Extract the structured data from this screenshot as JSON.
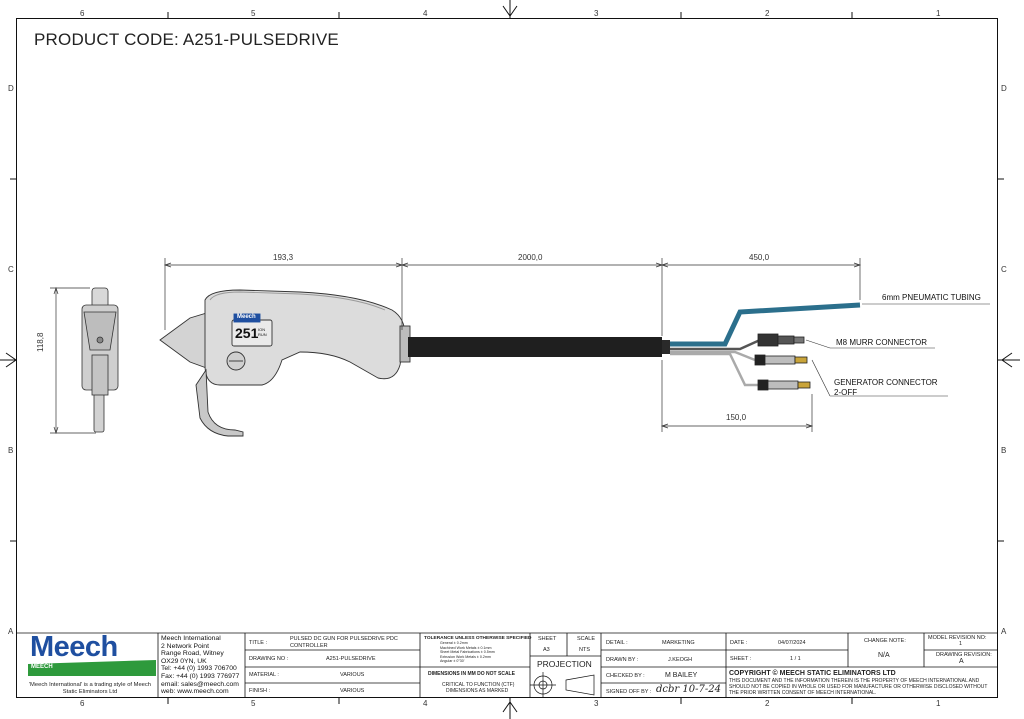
{
  "title": "PRODUCT CODE: A251-PULSEDRIVE",
  "border": {
    "top_columns": [
      "6",
      "5",
      "4",
      "3",
      "2",
      "1"
    ],
    "bottom_columns": [
      "6",
      "5",
      "4",
      "3",
      "2",
      "1"
    ],
    "left_rows": [
      "D",
      "C",
      "B",
      "A"
    ],
    "right_rows": [
      "D",
      "C",
      "B",
      "A"
    ]
  },
  "dimensions": {
    "gun_length": "193,3",
    "hose_length": "2000,0",
    "tail_length": "450,0",
    "connector_offset": "150,0",
    "height": "118,8"
  },
  "device_label": {
    "big": "251",
    "brand": "Meech",
    "small": "ION\nRUN"
  },
  "callouts": {
    "tubing": "6mm PNEUMATIC TUBING",
    "m8": "M8 MURR CONNECTOR",
    "generator_line1": "GENERATOR CONNECTOR",
    "generator_line2": "2-OFF"
  },
  "logo": {
    "text": "Meech",
    "sub": "MEECH"
  },
  "trading": "'Meech International' is a trading style of Meech Static Eliminators Ltd",
  "address": [
    "Meech International",
    "2 Network Point",
    "Range Road, Witney",
    "OX29 0YN, UK",
    "Tel:  +44 (0) 1993 706700",
    "Fax: +44 (0) 1993 776977",
    "email:  sales@meech.com",
    "web:  www.meech.com"
  ],
  "title_block": {
    "title_label": "TITLE :",
    "title_value": "PULSED DC GUN FOR PULSEDRIVE PDC CONTROLLER",
    "drawing_no_label": "DRAWING NO :",
    "drawing_no_value": "A251-PULSEDRIVE",
    "material_label": "MATERIAL :",
    "material_value": "VARIOUS",
    "finish_label": "FINISH :",
    "finish_value": "VARIOUS",
    "tolerance_heading": "TOLERANCE UNLESS OTHERWISE SPECIFIED",
    "tolerance_lines": [
      "General ± 0.2mm",
      "Machined Work Metals ± 0.1mm",
      "Sheet Metal Fabrications ± 0.5mm",
      "Extrusion Work Metals ± 0.2mm",
      "Angular ± 0°30'"
    ],
    "dims_note": "DIMENSIONS IN MM DO NOT SCALE",
    "ctf_line1": "CRITICAL TO FUNCTION (CTF)",
    "ctf_line2": "DIMENSIONS AS MARKED",
    "sheet_label": "SHEET",
    "sheet_value": "A3",
    "scale_label": "SCALE",
    "scale_value": "NTS",
    "projection_label": "PROJECTION",
    "detail_label": "DETAIL :",
    "detail_value": "MARKETING",
    "drawn_by_label": "DRAWN BY :",
    "drawn_by_value": "J.KEOGH",
    "checked_by_label": "CHECKED BY :",
    "checked_by_value": "M BAILEY",
    "signed_off_label": "SIGNED OFF BY :",
    "signed_off_value": "dcbr 10-7-24",
    "date_label": "DATE :",
    "date_value": "04/07/2024",
    "sheet_no_label": "SHEET :",
    "sheet_no_value": "1 / 1",
    "change_note_label": "CHANGE NOTE:",
    "change_note_value": "N/A",
    "model_revision_label": "MODEL REVISION NO:",
    "model_revision_value": "1",
    "drawing_revision_label": "DRAWING REVISION:",
    "drawing_revision_value": "A",
    "copyright_heading": "COPYRIGHT © MEECH STATIC ELIMINATORS LTD",
    "copyright_line1": "THIS DOCUMENT AND THE INFORMATION THEREIN IS THE PROPERTY OF MEECH INTERNATIONAL AND",
    "copyright_line2": "SHOULD NOT BE COPIED IN WHOLE OR USED FOR MANUFACTURE OR OTHERWISE DISCLOSED WITHOUT",
    "copyright_line3": "THE PRIOR WRITTEN CONSENT OF MEECH INTERNATIONAL."
  },
  "colors": {
    "hose": "#1f1f1f",
    "tubing": "#2b6f8c",
    "logo": "#1f4fa0",
    "logo_green": "#2e9a3c"
  }
}
